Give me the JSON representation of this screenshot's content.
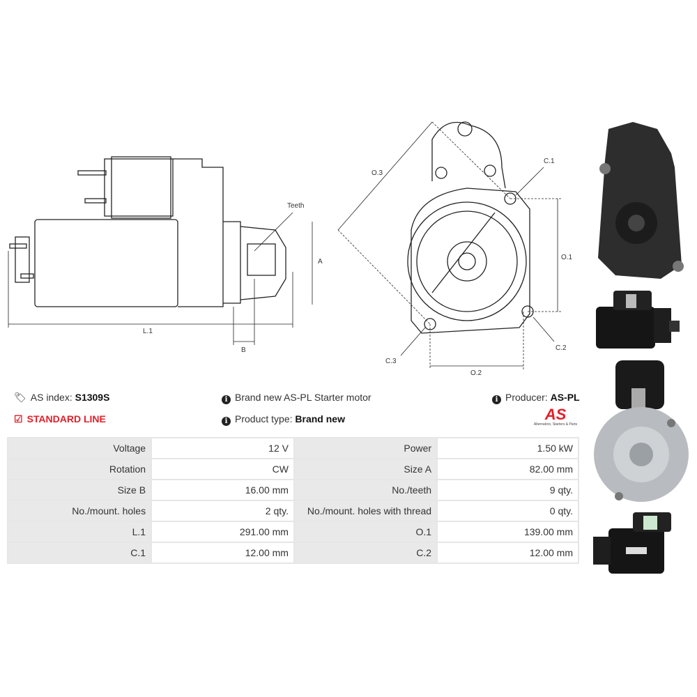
{
  "diagram_labels": {
    "teeth": "Teeth",
    "a": "A",
    "l1": "L.1",
    "b": "B",
    "o3": "O.3",
    "c1": "C.1",
    "o1": "O.1",
    "c2": "C.2",
    "c3": "C.3",
    "o2": "O.2"
  },
  "info": {
    "as_index_label": "AS index:",
    "as_index_value": "S1309S",
    "line": "STANDARD LINE",
    "description": "Brand new AS-PL Starter motor",
    "product_type_label": "Product type:",
    "product_type_value": "Brand new",
    "producer_label": "Producer:",
    "producer_value": "AS-PL",
    "logo_text": "AS",
    "logo_tagline": "Alternators, Starters & Parts",
    "accent_color": "#e2202a"
  },
  "specs": [
    {
      "k1": "Voltage",
      "v1": "12 V",
      "k2": "Power",
      "v2": "1.50 kW"
    },
    {
      "k1": "Rotation",
      "v1": "CW",
      "k2": "Size A",
      "v2": "82.00 mm"
    },
    {
      "k1": "Size B",
      "v1": "16.00 mm",
      "k2": "No./teeth",
      "v2": "9 qty."
    },
    {
      "k1": "No./mount. holes",
      "v1": "2 qty.",
      "k2": "No./mount. holes with thread",
      "v2": "0 qty."
    },
    {
      "k1": "L.1",
      "v1": "291.00 mm",
      "k2": "O.1",
      "v2": "139.00 mm"
    },
    {
      "k1": "C.1",
      "v1": "12.00 mm",
      "k2": "C.2",
      "v2": "12.00 mm"
    }
  ]
}
